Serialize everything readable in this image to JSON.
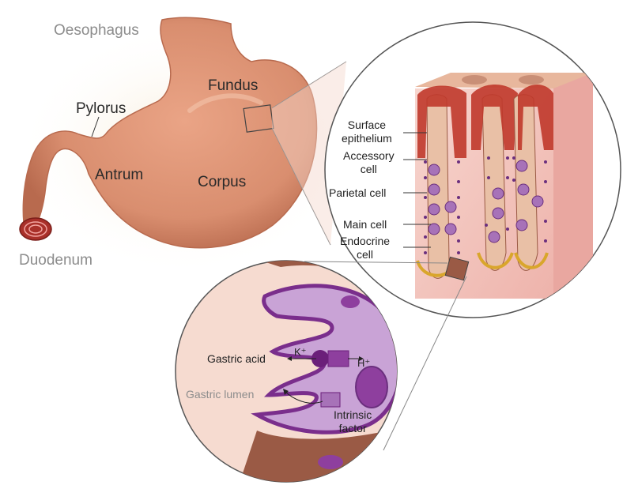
{
  "stomach": {
    "oesophagus": "Oesophagus",
    "fundus": "Fundus",
    "pylorus": "Pylorus",
    "antrum": "Antrum",
    "corpus": "Corpus",
    "duodenum": "Duodenum"
  },
  "gland": {
    "surface_epithelium_1": "Surface",
    "surface_epithelium_2": "epithelium",
    "accessory_cell_1": "Accessory",
    "accessory_cell_2": "cell",
    "parietal_cell": "Parietal cell",
    "main_cell": "Main cell",
    "endocrine_cell_1": "Endocrine",
    "endocrine_cell_2": "cell"
  },
  "parietal": {
    "k_ion": "K⁺",
    "h_ion": "H⁺",
    "gastric_acid": "Gastric acid",
    "gastric_lumen": "Gastric lumen",
    "intrinsic_factor_1": "Intrinsic",
    "intrinsic_factor_2": "factor"
  },
  "colors": {
    "stomach": "#d98e6f",
    "mucosa_red": "#c0392b",
    "tissue_pink": "#f2c6c0",
    "cell_purple": "#8e4a9e",
    "cell_brown": "#9a5a45"
  }
}
